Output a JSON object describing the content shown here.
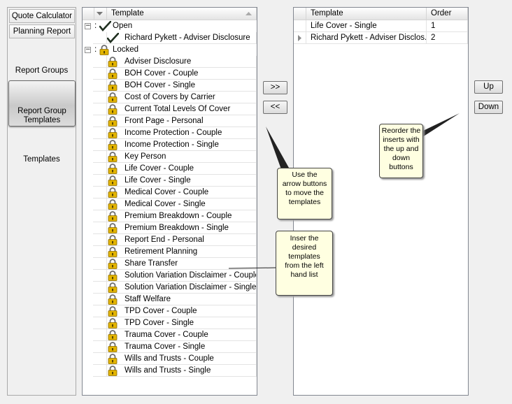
{
  "nav": {
    "tabs": [
      "Quote Calculator",
      "Planning Report"
    ],
    "items": [
      "Report Groups",
      "Report Group Templates",
      "Templates"
    ]
  },
  "left_grid": {
    "column_header": "Template",
    "groups": [
      {
        "name": "Open",
        "icon": "check-icon",
        "items": [
          "Richard Pykett - Adviser Disclosure"
        ]
      },
      {
        "name": "Locked",
        "icon": "lock-icon",
        "items": [
          "Adviser Disclosure",
          "BOH Cover - Couple",
          "BOH Cover - Single",
          "Cost of Covers by Carrier",
          "Current Total Levels Of Cover",
          "Front Page - Personal",
          "Income Protection - Couple",
          "Income Protection - Single",
          "Key Person",
          "Life Cover - Couple",
          "Life Cover - Single",
          "Medical Cover - Couple",
          "Medical Cover - Single",
          "Premium Breakdown - Couple",
          "Premium Breakdown - Single",
          "Report End - Personal",
          "Retirement Planning",
          "Share Transfer",
          "Solution Variation Disclaimer - Couple",
          "Solution Variation Disclaimer - Single",
          "Staff Welfare",
          "TPD Cover - Couple",
          "TPD Cover - Single",
          "Trauma Cover - Couple",
          "Trauma Cover - Single",
          "Wills and Trusts - Couple",
          "Wills and Trusts - Single"
        ]
      }
    ],
    "current_row_item": "Medical Cover - Couple"
  },
  "right_grid": {
    "columns": [
      "Template",
      "Order"
    ],
    "rows": [
      {
        "template": "Life Cover - Single",
        "order": "1"
      },
      {
        "template": "Richard Pykett - Adviser Disclos...",
        "order": "2"
      }
    ]
  },
  "buttons": {
    "add": ">>",
    "remove": "<<",
    "up": "Up",
    "down": "Down"
  },
  "callouts": {
    "arrows": "Use the arrow buttons to move the templates",
    "insert": "Inser the desired templates from the left hand list",
    "reorder": "Reorder the inserts with the up and down buttons"
  },
  "colors": {
    "note_bg": "#ffffe1",
    "check": "#1f2f1f",
    "lock_body": "#e2b400"
  }
}
